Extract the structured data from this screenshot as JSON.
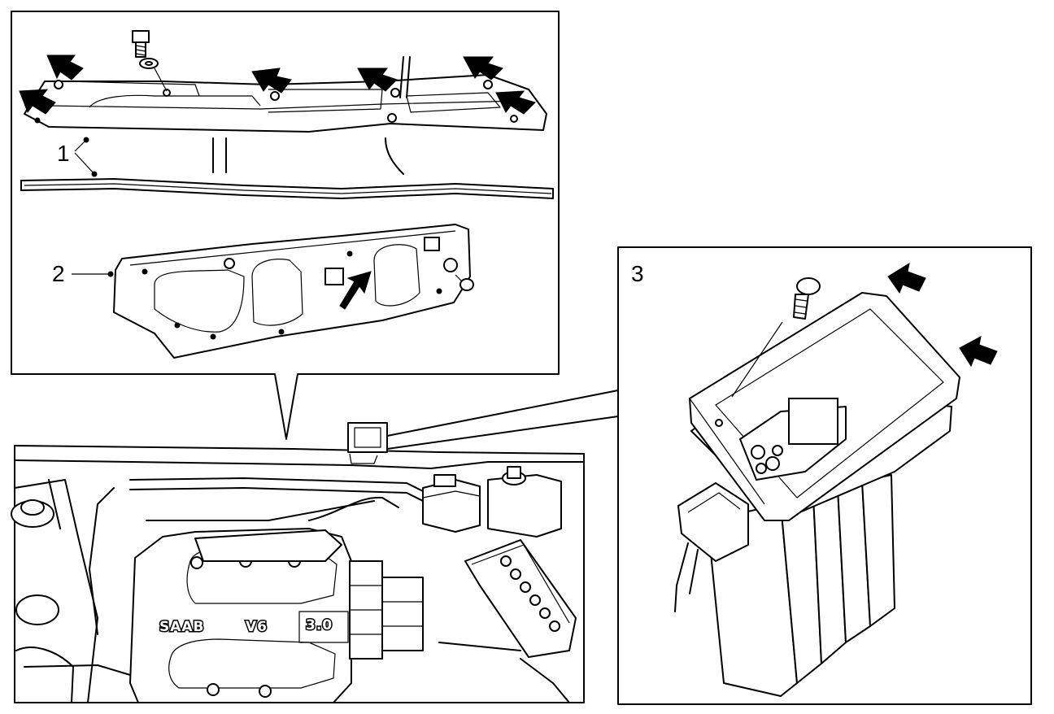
{
  "callouts": {
    "item1": "1",
    "item2": "2",
    "item3": "3"
  },
  "engine_cover_text": {
    "brand": "SAAB",
    "model": "V6",
    "displacement": "3.0"
  },
  "colors": {
    "line": "#000000",
    "background": "#ffffff"
  }
}
